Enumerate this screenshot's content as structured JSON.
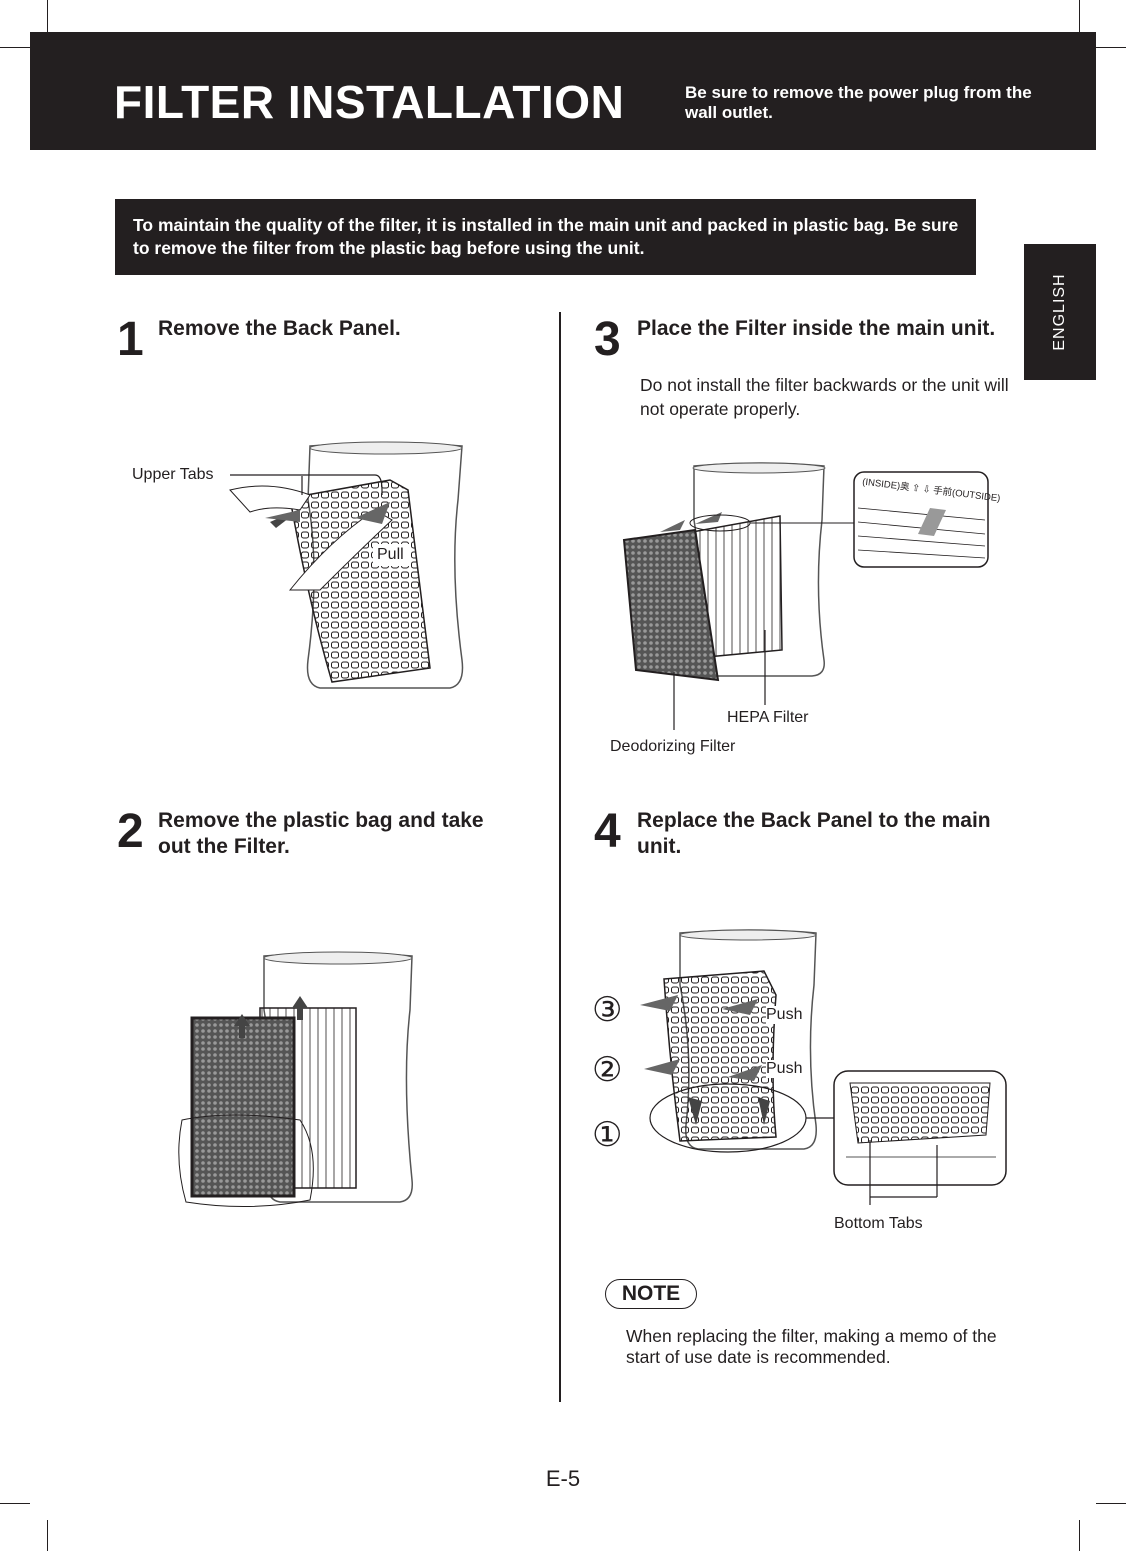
{
  "header": {
    "title": "FILTER INSTALLATION",
    "warning": "Be sure to remove the power plug from the wall outlet."
  },
  "info": {
    "text": "To maintain the quality of the filter, it is installed in the main unit and packed in plastic bag. Be sure to remove the filter from the plastic bag before using the unit."
  },
  "language_tab": "ENGLISH",
  "steps": [
    {
      "number": "1",
      "title": "Remove the Back Panel.",
      "labels": {
        "upper_tabs": "Upper Tabs",
        "pull": "Pull"
      }
    },
    {
      "number": "2",
      "title": "Remove the plastic bag and take out the Filter."
    },
    {
      "number": "3",
      "title": "Place the Filter inside the main unit.",
      "description": "Do not install the filter backwards or the unit will not operate properly.",
      "labels": {
        "hepa": "HEPA Filter",
        "deodorizing": "Deodorizing Filter",
        "filter_marking": "(INSIDE)奥 ⇧ ⇩ 手前(OUTSIDE)"
      }
    },
    {
      "number": "4",
      "title": "Replace the Back Panel to the main unit.",
      "labels": {
        "push_1": "Push",
        "push_2": "Push",
        "bottom_tabs": "Bottom Tabs",
        "seq_3": "③",
        "seq_2": "②",
        "seq_1": "①"
      }
    }
  ],
  "note": {
    "label": "NOTE",
    "text": "When replacing the filter, making a memo of the start of use date is recommended."
  },
  "page_number": "E-5"
}
